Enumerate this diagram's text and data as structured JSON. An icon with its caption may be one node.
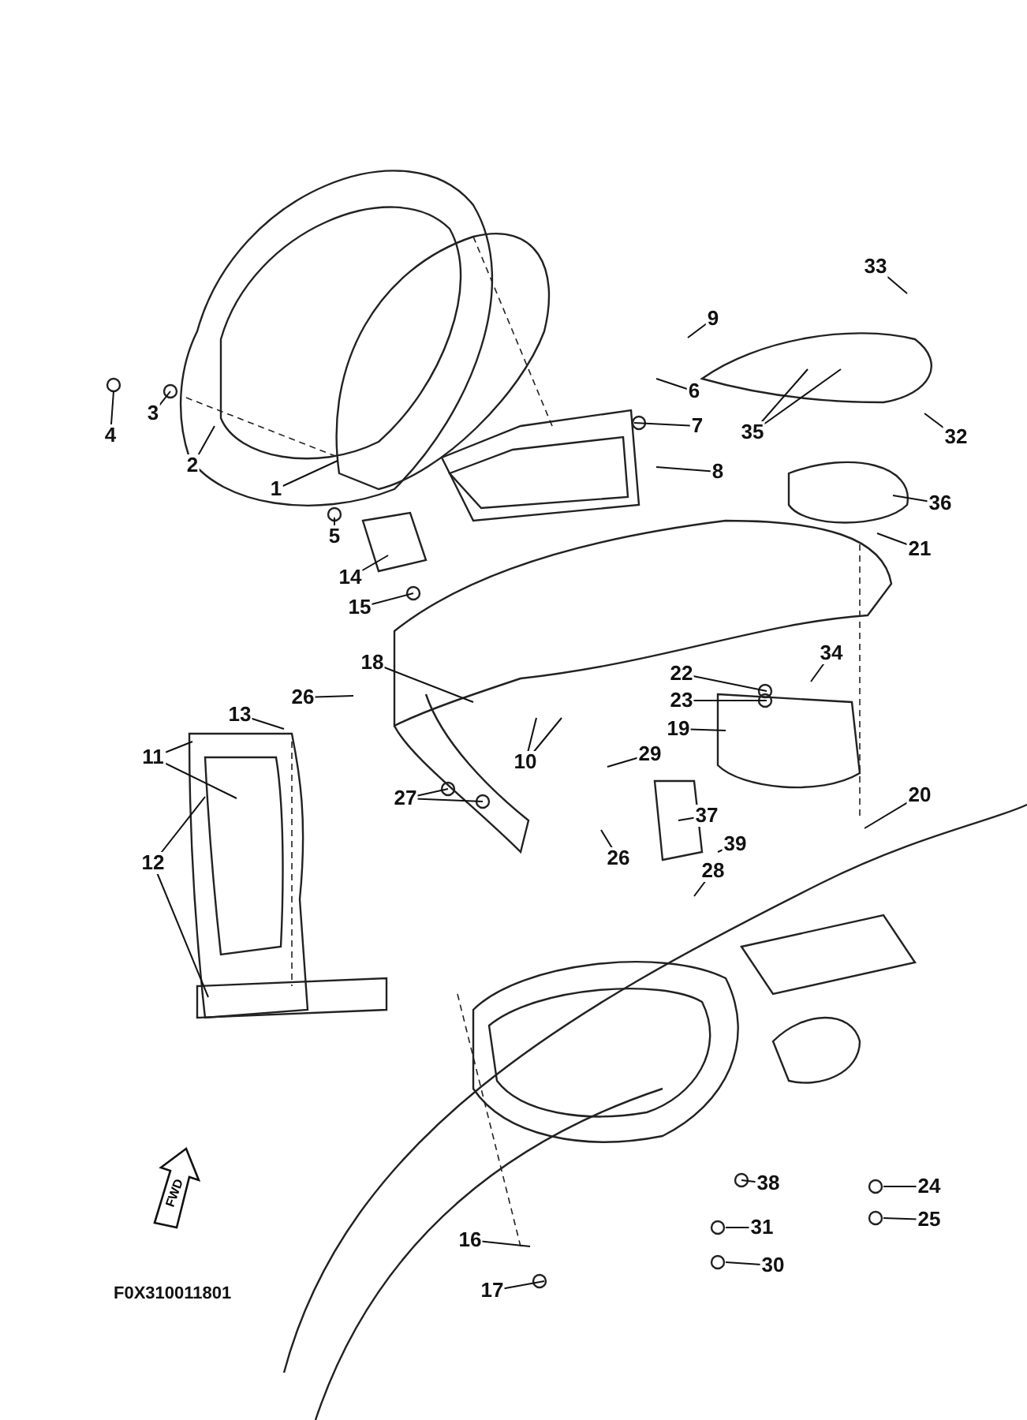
{
  "diagram": {
    "nodes": [
      {
        "text": [
          "33"
        ]
      },
      {
        "text": [
          "9"
        ]
      },
      {
        "text": [
          "6"
        ]
      },
      {
        "text": [
          "3"
        ]
      },
      {
        "text": [
          "7"
        ]
      },
      {
        "text": [
          "4"
        ]
      },
      {
        "text": [
          "35"
        ]
      },
      {
        "text": [
          "32"
        ]
      },
      {
        "text": [
          "2"
        ]
      },
      {
        "text": [
          "8"
        ]
      },
      {
        "text": [
          "1"
        ]
      },
      {
        "text": [
          "36"
        ]
      },
      {
        "text": [
          "5"
        ]
      },
      {
        "text": [
          "21"
        ]
      },
      {
        "text": [
          "14"
        ]
      },
      {
        "text": [
          "15"
        ]
      },
      {
        "text": [
          "34"
        ]
      },
      {
        "text": [
          "18"
        ]
      },
      {
        "text": [
          "22"
        ]
      },
      {
        "text": [
          "26"
        ]
      },
      {
        "text": [
          "23"
        ]
      },
      {
        "text": [
          "13"
        ]
      },
      {
        "text": [
          "19"
        ]
      },
      {
        "text": [
          "29"
        ]
      },
      {
        "text": [
          "11"
        ]
      },
      {
        "text": [
          "10"
        ]
      },
      {
        "text": [
          "20"
        ]
      },
      {
        "text": [
          "27"
        ]
      },
      {
        "text": [
          "37"
        ]
      },
      {
        "text": [
          "39"
        ]
      },
      {
        "text": [
          "26"
        ]
      },
      {
        "text": [
          "12"
        ]
      },
      {
        "text": [
          "28"
        ]
      },
      {
        "text": [
          "38"
        ]
      },
      {
        "text": [
          "24"
        ]
      },
      {
        "text": [
          "25"
        ]
      },
      {
        "text": [
          "31"
        ]
      },
      {
        "text": [
          "16"
        ]
      },
      {
        "text": [
          "30"
        ]
      },
      {
        "text": [
          "17"
        ]
      }
    ],
    "edges": [
      {
        "from": 0,
        "to": null,
        "arrow": "none"
      },
      {
        "from": 1,
        "to": null,
        "arrow": "none"
      },
      {
        "from": 2,
        "to": null,
        "arrow": "none"
      },
      {
        "from": 3,
        "to": null,
        "arrow": "none"
      },
      {
        "from": 4,
        "to": null,
        "arrow": "none"
      },
      {
        "from": 5,
        "to": null,
        "arrow": "none"
      },
      {
        "from": 6,
        "to": null,
        "arrow": "none"
      },
      {
        "from": 6,
        "to": null,
        "arrow": "none"
      },
      {
        "from": 7,
        "to": null,
        "arrow": "none"
      },
      {
        "from": 8,
        "to": null,
        "arrow": "none"
      },
      {
        "from": 9,
        "to": null,
        "arrow": "none"
      },
      {
        "from": 10,
        "to": null,
        "arrow": "none"
      },
      {
        "from": 11,
        "to": null,
        "arrow": "none"
      },
      {
        "from": 12,
        "to": null,
        "arrow": "none"
      },
      {
        "from": 13,
        "to": null,
        "arrow": "none"
      },
      {
        "from": 14,
        "to": null,
        "arrow": "none"
      },
      {
        "from": 15,
        "to": null,
        "arrow": "none"
      },
      {
        "from": 16,
        "to": null,
        "arrow": "none"
      },
      {
        "from": 17,
        "to": null,
        "arrow": "none"
      },
      {
        "from": 18,
        "to": null,
        "arrow": "none"
      },
      {
        "from": 19,
        "to": null,
        "arrow": "none"
      },
      {
        "from": 20,
        "to": null,
        "arrow": "none"
      },
      {
        "from": 21,
        "to": null,
        "arrow": "none"
      },
      {
        "from": 22,
        "to": null,
        "arrow": "none"
      },
      {
        "from": 23,
        "to": null,
        "arrow": "none"
      },
      {
        "from": 24,
        "to": null,
        "arrow": "none"
      },
      {
        "from": 24,
        "to": null,
        "arrow": "none"
      },
      {
        "from": 25,
        "to": null,
        "arrow": "none"
      },
      {
        "from": 25,
        "to": null,
        "arrow": "none"
      },
      {
        "from": 26,
        "to": null,
        "arrow": "none"
      },
      {
        "from": 27,
        "to": null,
        "arrow": "none"
      },
      {
        "from": 27,
        "to": null,
        "arrow": "none"
      },
      {
        "from": 28,
        "to": null,
        "arrow": "none"
      },
      {
        "from": 29,
        "to": null,
        "arrow": "none"
      },
      {
        "from": 30,
        "to": null,
        "arrow": "none"
      },
      {
        "from": 31,
        "to": null,
        "arrow": "none"
      },
      {
        "from": 31,
        "to": null,
        "arrow": "none"
      },
      {
        "from": 32,
        "to": null,
        "arrow": "none"
      },
      {
        "from": 33,
        "to": null,
        "arrow": "none"
      },
      {
        "from": 34,
        "to": null,
        "arrow": "none"
      },
      {
        "from": 35,
        "to": null,
        "arrow": "none"
      },
      {
        "from": 36,
        "to": null,
        "arrow": "none"
      },
      {
        "from": 37,
        "to": null,
        "arrow": "none"
      },
      {
        "from": 38,
        "to": null,
        "arrow": "none"
      },
      {
        "from": 39,
        "to": null,
        "arrow": "none"
      }
    ],
    "labels": [
      "FWD",
      "F0X310011801"
    ]
  }
}
